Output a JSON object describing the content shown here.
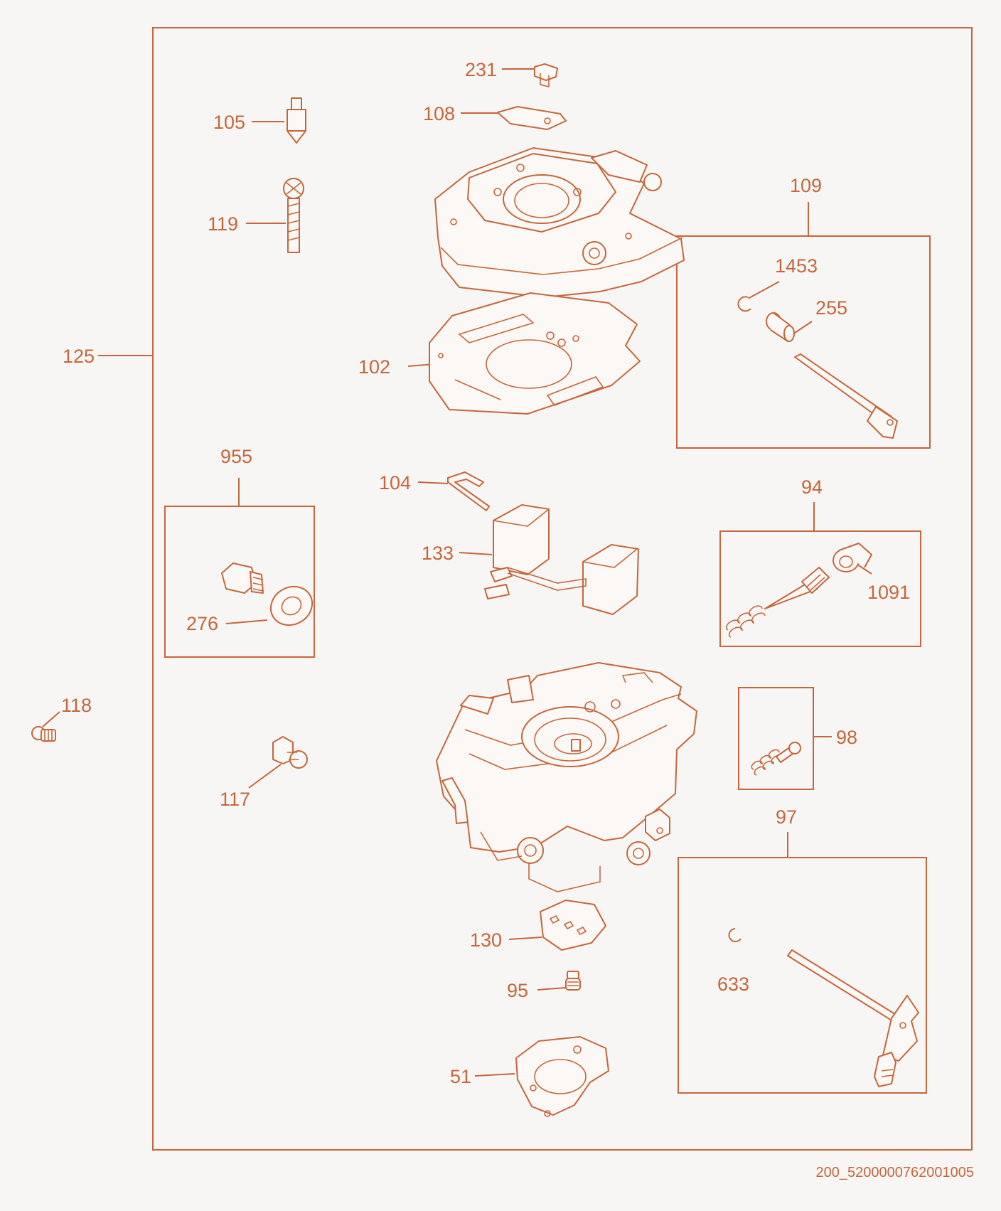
{
  "colors": {
    "accent": "#c4673c",
    "background": "#f8f6f4"
  },
  "labels": {
    "p231": "231",
    "p108": "108",
    "p105": "105",
    "p119": "119",
    "p125": "125",
    "p102": "102",
    "p109": "109",
    "p1453": "1453",
    "p255": "255",
    "p955": "955",
    "p276": "276",
    "p104": "104",
    "p133": "133",
    "p94": "94",
    "p1091": "1091",
    "p118": "118",
    "p117": "117",
    "p98": "98",
    "p97": "97",
    "p633": "633",
    "p130": "130",
    "p95": "95",
    "p51": "51"
  },
  "reference": "200_5200000762001005"
}
